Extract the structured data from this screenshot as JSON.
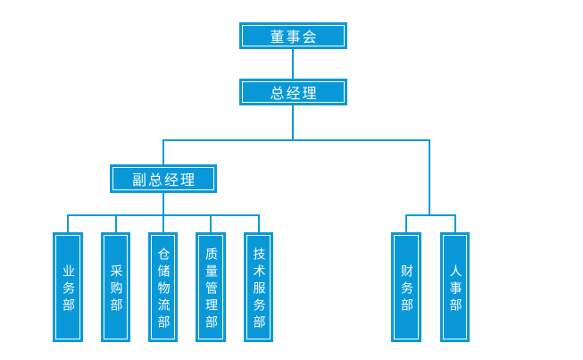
{
  "org_chart": {
    "type": "org-chart",
    "background_color": "#ffffff",
    "accent_color": "#0a99d8",
    "node_fill_color": "#0a99d8",
    "node_inner_border_color": "#ffffff",
    "text_color": "#ffffff",
    "nodes": {
      "board": {
        "label": "董事会",
        "orientation": "horizontal"
      },
      "general_manager": {
        "label": "总经理",
        "orientation": "horizontal"
      },
      "deputy_general_manager": {
        "label": "副总经理",
        "orientation": "horizontal"
      },
      "business": {
        "label": "业务部",
        "orientation": "vertical"
      },
      "purchasing": {
        "label": "采购部",
        "orientation": "vertical"
      },
      "warehouse_logistics": {
        "label": "仓储物流部",
        "orientation": "vertical"
      },
      "quality_management": {
        "label": "质量管理部",
        "orientation": "vertical"
      },
      "technical_service": {
        "label": "技术服务部",
        "orientation": "vertical"
      },
      "finance": {
        "label": "财务部",
        "orientation": "vertical"
      },
      "hr": {
        "label": "人事部",
        "orientation": "vertical"
      }
    },
    "edges": [
      {
        "from": "董事会",
        "to": "总经理"
      },
      {
        "from": "总经理",
        "to": "副总经理"
      },
      {
        "from": "总经理",
        "to": "财务部"
      },
      {
        "from": "总经理",
        "to": "人事部"
      },
      {
        "from": "副总经理",
        "to": "业务部"
      },
      {
        "from": "副总经理",
        "to": "采购部"
      },
      {
        "from": "副总经理",
        "to": "仓储物流部"
      },
      {
        "from": "副总经理",
        "to": "质量管理部"
      },
      {
        "from": "副总经理",
        "to": "技术服务部"
      }
    ]
  }
}
